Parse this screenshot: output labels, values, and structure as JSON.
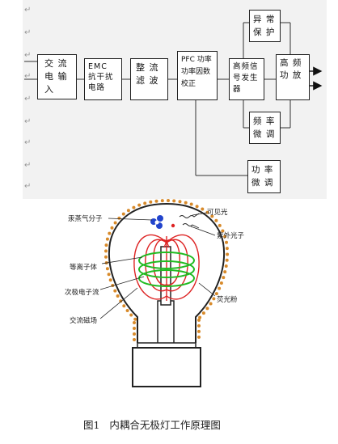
{
  "block_diagram": {
    "blocks": {
      "ac_input": [
        "交 流",
        "电 输",
        "入"
      ],
      "emc": [
        "EMC",
        "抗干扰",
        "电路"
      ],
      "rectifier": [
        "整 流",
        "滤 波"
      ],
      "pfc": [
        "PFC 功率",
        "功率因数",
        "校正"
      ],
      "hf_generator": [
        "高频信",
        "号发生",
        "器"
      ],
      "hf_amplifier": [
        "高 频",
        "功 放"
      ],
      "fault_protection": [
        "异 常",
        "保 护"
      ],
      "freq_tuning": [
        "频 率",
        "微 调"
      ],
      "power_tuning": [
        "功 率",
        "微 调"
      ]
    },
    "paragraph_mark": "↵"
  },
  "bulb_diagram": {
    "labels": {
      "mercury_molecule": "汞蒸气分子",
      "visible_light": "可见光",
      "uv_photon": "紫外光子",
      "plasma": "等离子体",
      "secondary_coil": "次极电子流",
      "ac_magnetic_field": "交流磁场",
      "phosphor": "荧光粉"
    },
    "colors": {
      "field_lines": "#dd2222",
      "coil": "#22bb22",
      "dots": "#d88a2a",
      "mercury": "#2244cc"
    }
  },
  "caption": "图1   内耦合无极灯工作原理图"
}
